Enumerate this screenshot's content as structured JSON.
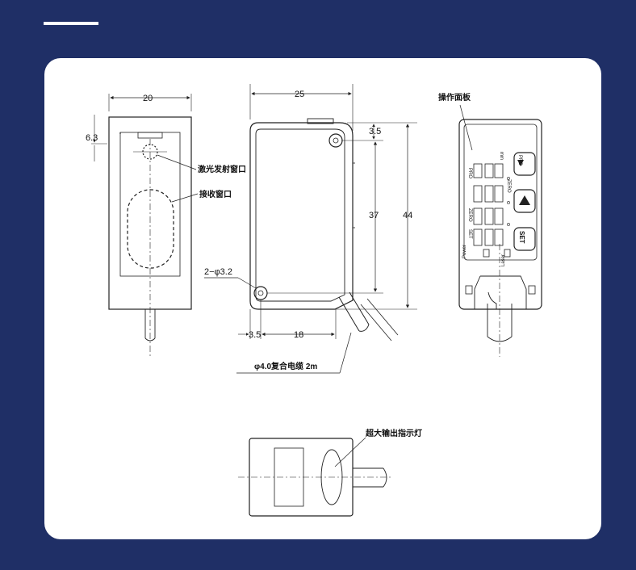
{
  "dimensions": {
    "front_width": "20",
    "top_offset": "6.3",
    "side_width": "25",
    "top_right": "3.5",
    "hole_spacing": "37",
    "height": "44",
    "hole_dia": "2−φ3.2",
    "bottom_left": "3.5",
    "bottom_span": "18"
  },
  "labels": {
    "laser_window": "激光发射窗口",
    "receive_window": "接收窗口",
    "cable": "φ4.0复合电缆  2m",
    "panel": "操作面板",
    "indicator": "超大输出指示灯"
  },
  "panel": {
    "unit_mm": "mm",
    "pro": "PRO",
    "zero_small": "ZERO",
    "zero": "ZERO",
    "set": "SET",
    "power": "Power",
    "laser": "Laser",
    "btn_pro": "PRO",
    "btn_set": "SET"
  },
  "colors": {
    "page_bg": "#1f2f66",
    "card_bg": "#ffffff",
    "line": "#222222"
  }
}
